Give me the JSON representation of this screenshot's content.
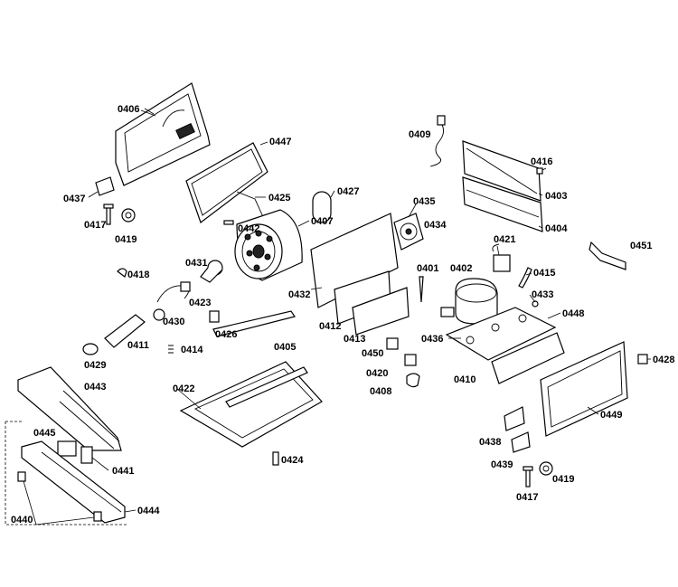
{
  "diagram": {
    "labels": {
      "l0406": "0406",
      "l0447": "0447",
      "l0409": "0409",
      "l0416": "0416",
      "l0403": "0403",
      "l0427": "0427",
      "l0425": "0425",
      "l0437": "0437",
      "l0435": "0435",
      "l0434": "0434",
      "l0407": "0407",
      "l0404": "0404",
      "l0442": "0442",
      "l0417a": "0417",
      "l0419a": "0419",
      "l0421": "0421",
      "l0451": "0451",
      "l0418": "0418",
      "l0431": "0431",
      "l0401": "0401",
      "l0402": "0402",
      "l0415": "0415",
      "l0432": "0432",
      "l0433": "0433",
      "l0423": "0423",
      "l0412": "0412",
      "l0413": "0413",
      "l0448": "0448",
      "l0430": "0430",
      "l0426": "0426",
      "l0436": "0436",
      "l0411": "0411",
      "l0405": "0405",
      "l0450": "0450",
      "l0428": "0428",
      "l0429": "0429",
      "l0414": "0414",
      "l0420": "0420",
      "l0410": "0410",
      "l0443": "0443",
      "l0422": "0422",
      "l0408": "0408",
      "l0449": "0449",
      "l0445": "0445",
      "l0438": "0438",
      "l0441": "0441",
      "l0424": "0424",
      "l0439": "0439",
      "l0419b": "0419",
      "l0417b": "0417",
      "l0440": "0440",
      "l0444": "0444"
    }
  }
}
